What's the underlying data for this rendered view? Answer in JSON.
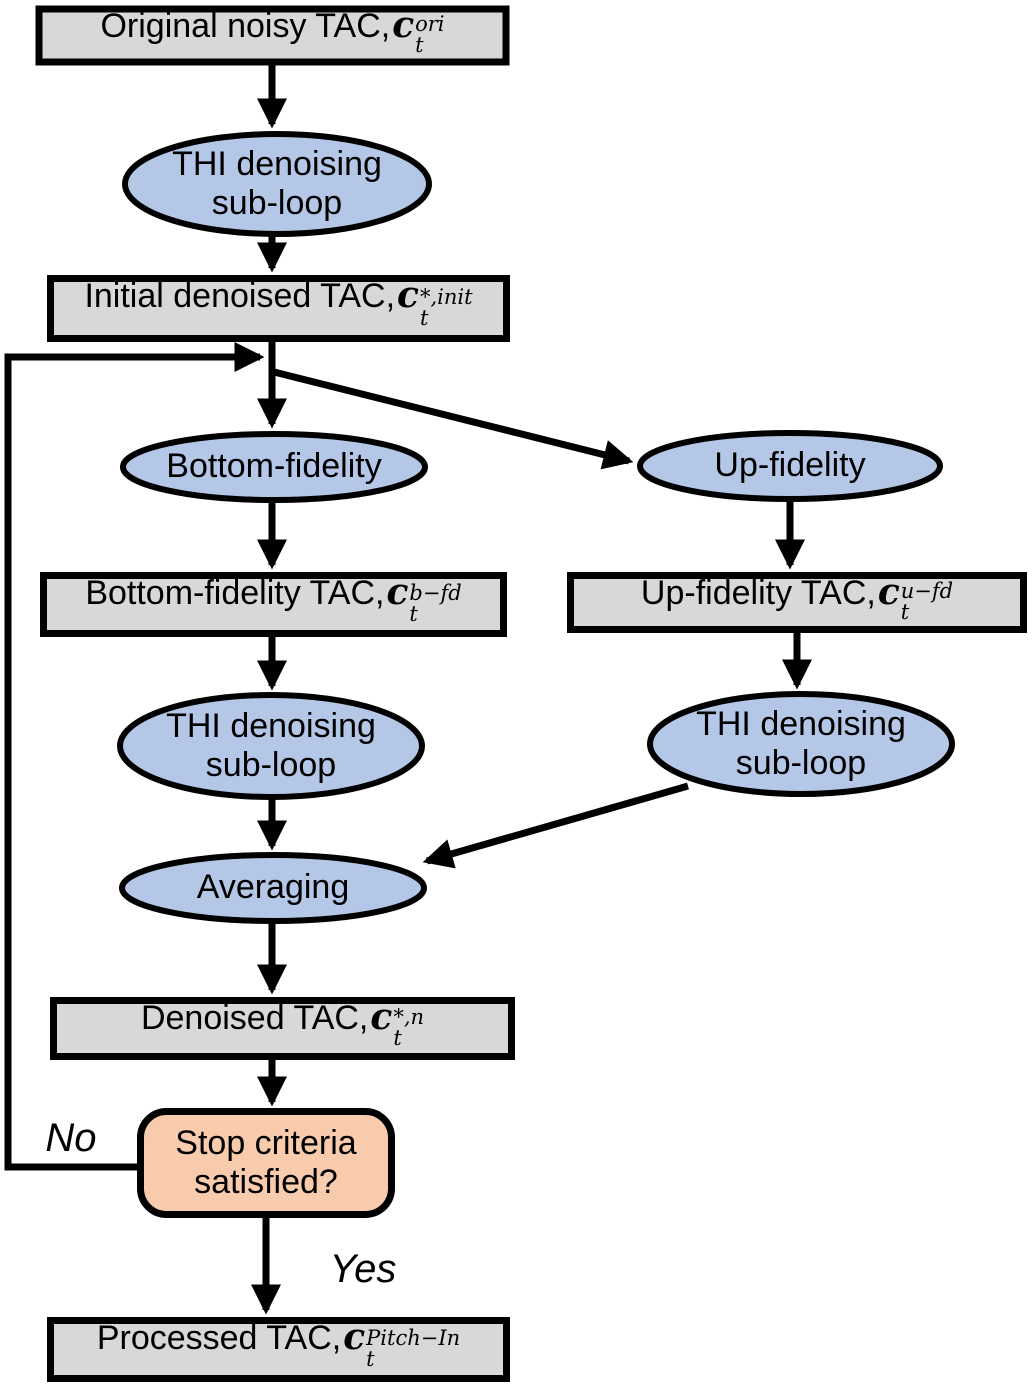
{
  "diagram": {
    "title": "TAC denoising flowchart",
    "colors": {
      "box_fill": "#d8d8d8",
      "ellipse_fill": "#b4c7e7",
      "decision_fill": "#f8cbad",
      "stroke": "#000000"
    },
    "nodes": {
      "original": {
        "prefix": "Original noisy TAC, ",
        "sym": "c",
        "sub": "t",
        "sup": "ori"
      },
      "thi1": {
        "line1": "THI denoising",
        "line2": "sub-loop"
      },
      "initial": {
        "prefix": "Initial denoised TAC,",
        "sym": "c",
        "sub": "t",
        "sup": "*,init"
      },
      "bottom_fidelity": {
        "label": "Bottom-fidelity"
      },
      "up_fidelity": {
        "label": "Up-fidelity"
      },
      "bottom_tac": {
        "prefix": "Bottom-fidelity TAC,",
        "sym": "c",
        "sub": "t",
        "sup": "b−fd"
      },
      "up_tac": {
        "prefix": "Up-fidelity TAC,",
        "sym": "c",
        "sub": "t",
        "sup": "u−fd"
      },
      "thi2": {
        "line1": "THI denoising",
        "line2": "sub-loop"
      },
      "thi3": {
        "line1": "THI denoising",
        "line2": "sub-loop"
      },
      "averaging": {
        "label": "Averaging"
      },
      "stop": {
        "line1": "Stop criteria",
        "line2": "satisfied?"
      },
      "denoised": {
        "prefix": "Denoised TAC,",
        "sym": "c",
        "sub": "t",
        "sup": "*,n"
      },
      "processed": {
        "prefix": "Processed TAC,",
        "sym": "c",
        "sub": "t",
        "sup": "Pitch−In"
      }
    },
    "edge_labels": {
      "no": "No",
      "yes": "Yes"
    }
  }
}
